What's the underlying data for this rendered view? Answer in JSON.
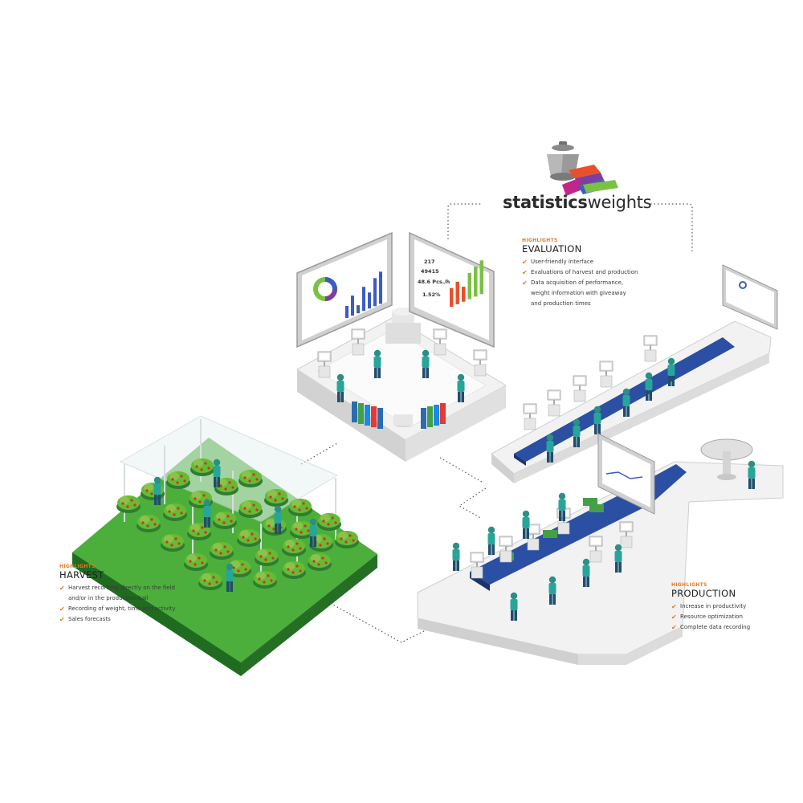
{
  "logo": {
    "word_bold": "statistics",
    "word_light": "weights",
    "colors": {
      "weight": "#9a9a9a",
      "orange": "#e8502a",
      "purple": "#7b3fa0",
      "blue": "#3b5cc4",
      "green": "#7ac143",
      "magenta": "#c2268a"
    }
  },
  "sections": {
    "evaluation": {
      "highlight": "HIGHLIGHTS",
      "title": "EVALUATION",
      "items": [
        "User-friendly interface",
        "Evaluations of harvest and production",
        "Data acquisition of performance,",
        "weight information with giveaway",
        "and production times"
      ],
      "checks": [
        true,
        true,
        true,
        false,
        false
      ]
    },
    "harvest": {
      "highlight": "HIGHLIGHTS",
      "title": "HARVEST",
      "items": [
        "Harvest recording directly on the field",
        "and/or in the production hall",
        "Recording of weight, time and activity",
        "Sales forecasts"
      ],
      "checks": [
        true,
        false,
        true,
        true
      ]
    },
    "production": {
      "highlight": "HIGHLIGHTS",
      "title": "PRODUCTION",
      "items": [
        "Increase in productivity",
        "Resource optimization",
        "Complete data recording"
      ],
      "checks": [
        true,
        true,
        true
      ]
    }
  },
  "screen_left": {
    "bar_values": [
      3,
      5,
      2,
      6,
      4,
      7,
      8
    ]
  },
  "screen_right": {
    "stats": [
      "217",
      "49415",
      "48.6 Pcs./h",
      "1.52%"
    ],
    "bar_values": [
      5,
      6,
      4,
      7,
      8,
      9
    ],
    "bar_colors": [
      "#e8502a",
      "#e8502a",
      "#e8502a",
      "#7ac143",
      "#7ac143",
      "#7ac143"
    ]
  },
  "theme": {
    "accent": "#e87722",
    "worker_shirt": "#26a69a",
    "worker_pants": "#1f4e6e",
    "conveyor": "#2b4fa3",
    "field_green": "#4caf3c",
    "platform": "#f2f2f2",
    "platform_side": "#d0d0d0"
  }
}
